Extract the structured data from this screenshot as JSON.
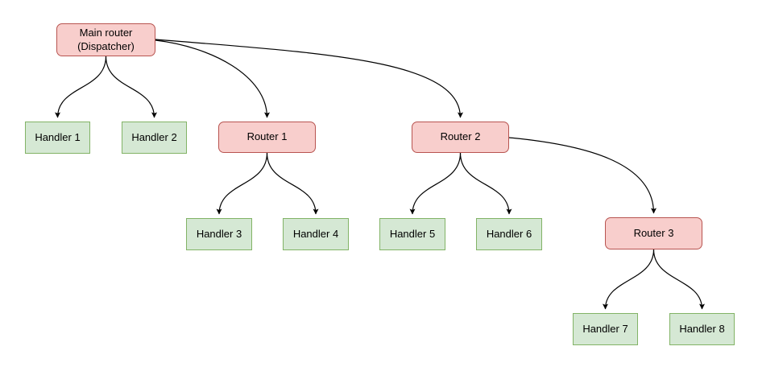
{
  "diagram": {
    "background_color": "#ffffff",
    "edge_color": "#000000",
    "router_style": {
      "fill": "#f8cecc",
      "border": "#b85450"
    },
    "handler_style": {
      "fill": "#d5e8d4",
      "border": "#82b366"
    },
    "nodes": {
      "main": {
        "line1": "Main router",
        "line2": "(Dispatcher)",
        "type": "router"
      },
      "router1": {
        "label": "Router 1",
        "type": "router"
      },
      "router2": {
        "label": "Router 2",
        "type": "router"
      },
      "router3": {
        "label": "Router 3",
        "type": "router"
      },
      "handler1": {
        "label": "Handler 1",
        "type": "handler"
      },
      "handler2": {
        "label": "Handler 2",
        "type": "handler"
      },
      "handler3": {
        "label": "Handler 3",
        "type": "handler"
      },
      "handler4": {
        "label": "Handler 4",
        "type": "handler"
      },
      "handler5": {
        "label": "Handler 5",
        "type": "handler"
      },
      "handler6": {
        "label": "Handler 6",
        "type": "handler"
      },
      "handler7": {
        "label": "Handler 7",
        "type": "handler"
      },
      "handler8": {
        "label": "Handler 8",
        "type": "handler"
      }
    },
    "edges": [
      {
        "from": "main",
        "to": "handler1"
      },
      {
        "from": "main",
        "to": "handler2"
      },
      {
        "from": "main",
        "to": "router1"
      },
      {
        "from": "main",
        "to": "router2"
      },
      {
        "from": "router1",
        "to": "handler3"
      },
      {
        "from": "router1",
        "to": "handler4"
      },
      {
        "from": "router2",
        "to": "handler5"
      },
      {
        "from": "router2",
        "to": "handler6"
      },
      {
        "from": "router2",
        "to": "router3"
      },
      {
        "from": "router3",
        "to": "handler7"
      },
      {
        "from": "router3",
        "to": "handler8"
      }
    ]
  }
}
